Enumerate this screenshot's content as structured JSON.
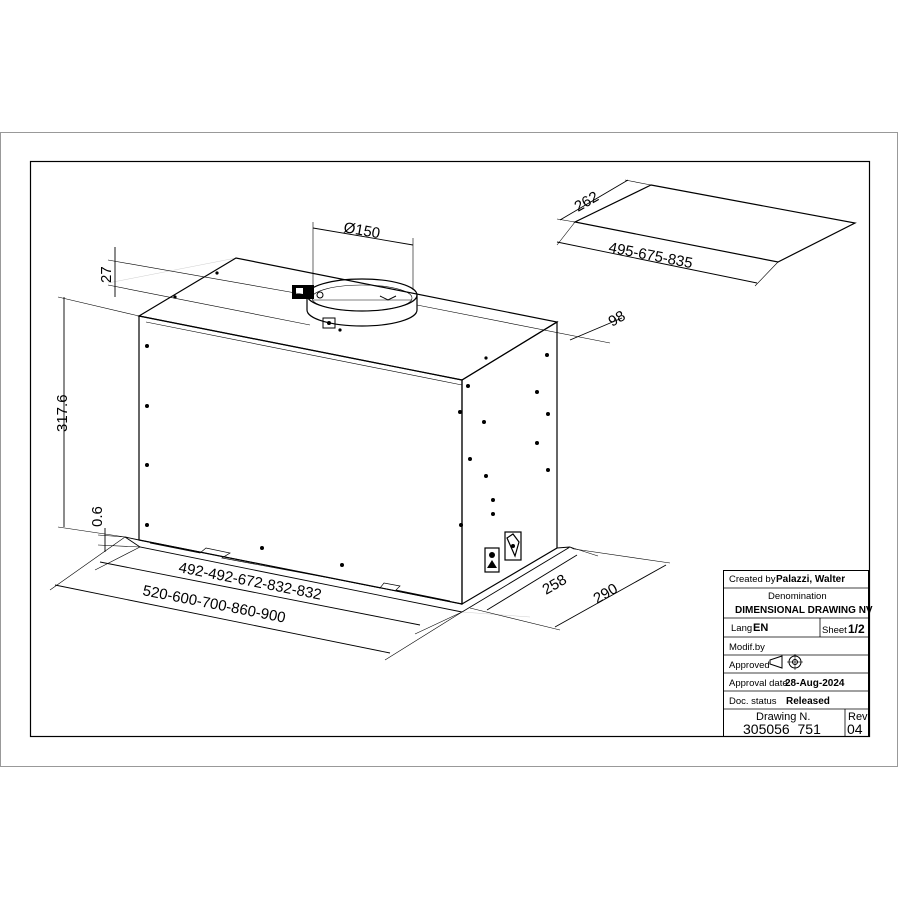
{
  "dimensions": {
    "filter_depth": "262",
    "filter_widths": "495-675-835",
    "duct_diameter": "Ø150",
    "collar_height": "27",
    "collar_offset": "98",
    "height": "317.6",
    "lip_height": "0.6",
    "inner_widths": "492-492-672-832-832",
    "outer_widths": "520-600-700-860-900",
    "depth_inner": "258",
    "depth_outer": "290"
  },
  "title_block": {
    "created_by_label": "Created by",
    "created_by_value": "Palazzi, Walter",
    "denomination_label": "Denomination",
    "denomination_value": "DIMENSIONAL DRAWING NV",
    "lang_label": "Lang",
    "lang_value": "EN",
    "sheet_label": "Sheet",
    "sheet_value": "1/2",
    "modif_label": "Modif.by",
    "approved_label": "Approved",
    "approval_date_label": "Approval date",
    "approval_date_value": "28-Aug-2024",
    "doc_status_label": "Doc. status",
    "doc_status_value": "Released",
    "drawing_no_label": "Drawing N.",
    "drawing_no_value": "305056_751",
    "rev_label": "Rev",
    "rev_value": "04"
  }
}
